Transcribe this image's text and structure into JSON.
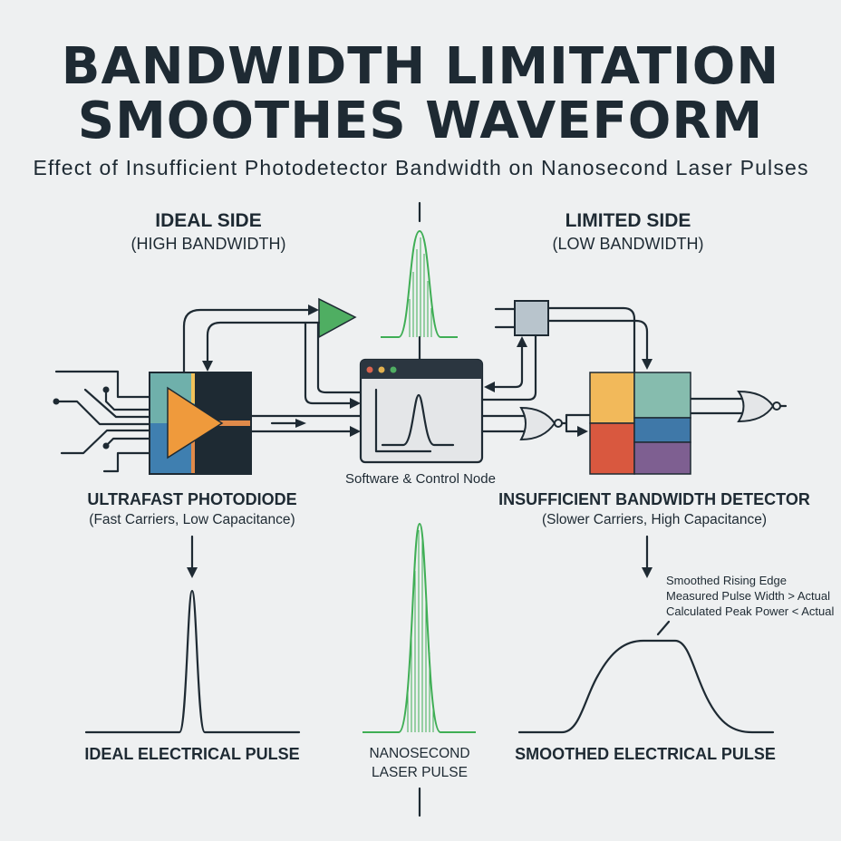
{
  "title": {
    "line1": "BANDWIDTH LIMITATION",
    "line2": "SMOOTHES WAVEFORM"
  },
  "subtitle": "Effect of Insufficient Photodetector Bandwidth on Nanosecond Laser Pulses",
  "ideal_side": {
    "heading": "IDEAL SIDE",
    "subheading": "(HIGH BANDWIDTH)"
  },
  "limited_side": {
    "heading": "LIMITED SIDE",
    "subheading": "(LOW BANDWIDTH)"
  },
  "photodiode": {
    "label": "ULTRAFAST PHOTODIODE",
    "sublabel": "(Fast Carriers, Low Capacitance)"
  },
  "control_node": {
    "label": "Software & Control Node"
  },
  "detector": {
    "label": "INSUFFICIENT BANDWIDTH DETECTOR",
    "sublabel": "(Slower Carriers, High Capacitance)"
  },
  "ideal_pulse": {
    "label": "IDEAL ELECTRICAL PULSE"
  },
  "laser_pulse": {
    "line1": "NANOSECOND",
    "line2": "LASER PULSE"
  },
  "smoothed_pulse": {
    "label": "SMOOTHED ELECTRICAL PULSE",
    "annotations": [
      "Smoothed Rising Edge",
      "Measured Pulse Width > Actual",
      "Calculated Peak Power < Actual"
    ]
  },
  "colors": {
    "ink": "#1e2a33",
    "green": "#3fae55",
    "orange": "#ef9a3c",
    "teal": "#6fb0ab",
    "blue": "#3f7fb0",
    "yellow": "#f2b95a",
    "red": "#d9583f",
    "purple": "#7e5f91",
    "gray": "#b8c4cc"
  }
}
